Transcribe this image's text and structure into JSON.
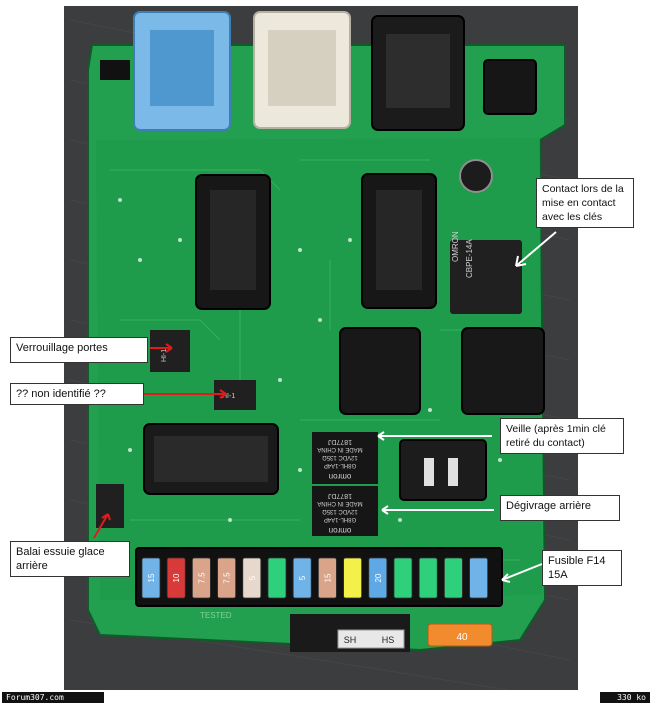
{
  "annotations": {
    "contact": "Contact lors de la mise en contact avec les clés",
    "verrouillage": "Verrouillage portes",
    "non_identifie": "?? non identifié ??",
    "veille": "Veille (après 1min clé retiré du contact)",
    "degivrage": "Dégivrage arrière",
    "balai": "Balai essuie glace arrière",
    "fusible": "Fusible F14 15A"
  },
  "relay_text": {
    "omron_top": "OMRON",
    "omron_model": "CBPE-14A",
    "relay_brand": "omron",
    "relay_model": "G8HL-1A4P",
    "relay_rating": "12VDC 135Ω",
    "relay_origin": "MADE IN CHINA",
    "relay_date": "1877DJ",
    "small_relay": "HI-1",
    "board_mark": "TESTED"
  },
  "fuses": {
    "labels": [
      "15",
      "10",
      "7.5",
      "7.5",
      "5",
      "",
      "5",
      "15",
      "",
      "20",
      "",
      "",
      "",
      ""
    ],
    "colors": [
      "#6fb3e8",
      "#d83a3a",
      "#d9a48a",
      "#d9a48a",
      "#e6d8cc",
      "#2fd07b",
      "#6fb3e8",
      "#d9a48a",
      "#f4f04a",
      "#5fa8e6",
      "#2fd07b",
      "#2fd07b",
      "#2fd07b",
      "#6fb3e8"
    ],
    "lower_left": "SH",
    "lower_right": "HS",
    "orange_fuse": "40"
  },
  "footer": {
    "site": "Forum307.com",
    "size": "330 ko"
  },
  "colors": {
    "board": "#1e9a4a",
    "connector_blue": "#7ab9e8",
    "connector_white": "#ece8dc",
    "connector_black": "#1b1b1b"
  }
}
